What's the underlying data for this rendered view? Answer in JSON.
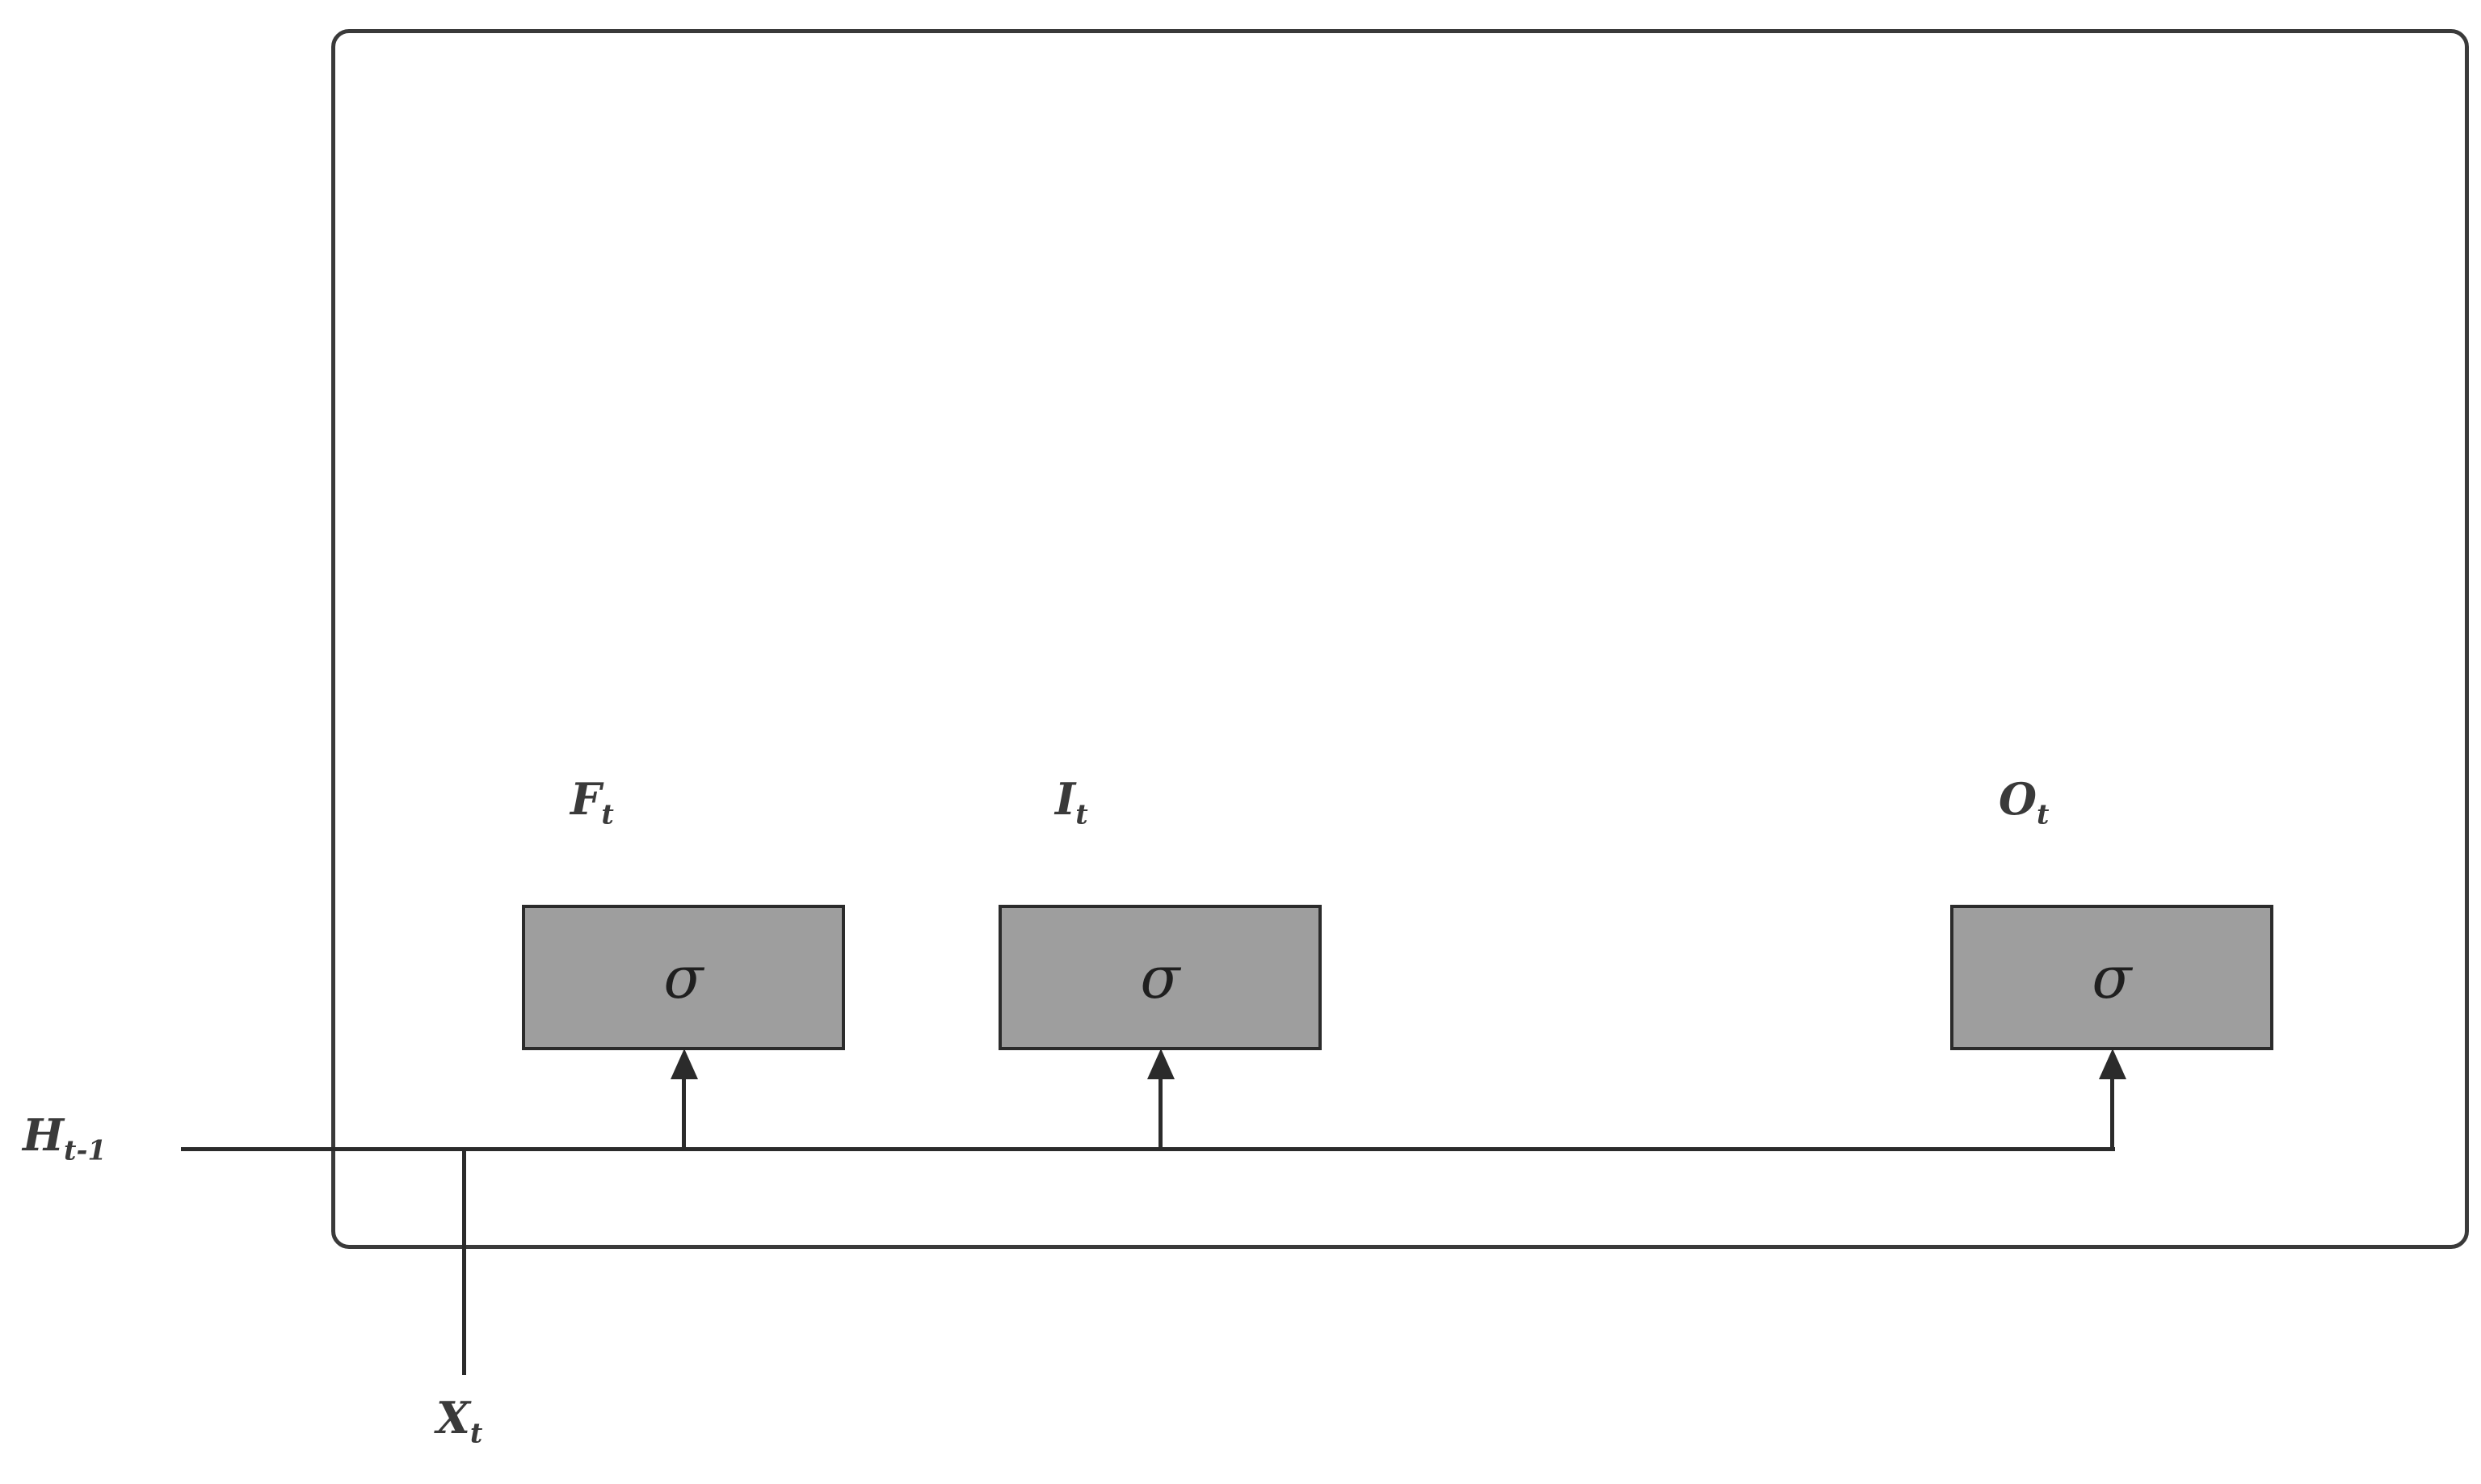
{
  "diagram": {
    "type": "lstm-gates-diagram",
    "gates": [
      {
        "id": "forget",
        "label_main": "F",
        "label_sub": "t",
        "symbol": "σ"
      },
      {
        "id": "input",
        "label_main": "I",
        "label_sub": "t",
        "symbol": "σ"
      },
      {
        "id": "output",
        "label_main": "O",
        "label_sub": "t",
        "symbol": "σ"
      }
    ],
    "inputs": {
      "hidden_state": {
        "label_main": "H",
        "label_sub": "t-1"
      },
      "input_vector": {
        "label_main": "X",
        "label_sub": "t"
      }
    },
    "colors": {
      "gate_fill": "#9e9e9e",
      "gate_border": "#2b2b2b",
      "line": "#2b2b2b",
      "cell_border": "#3a3a3a",
      "background": "#ffffff",
      "text": "#3a3a3a"
    }
  }
}
